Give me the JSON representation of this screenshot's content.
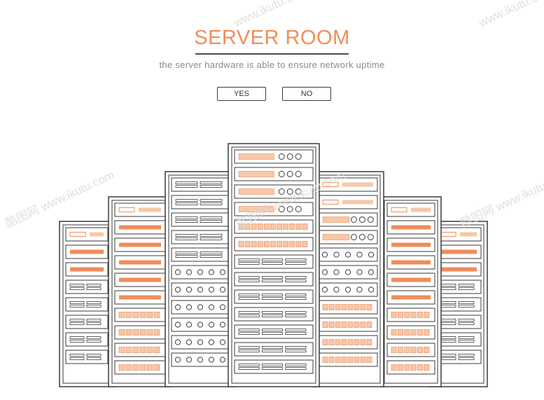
{
  "header": {
    "title": "SERVER ROOM",
    "subtitle": "the server hardware is able to ensure network uptime"
  },
  "buttons": {
    "yes_label": "YES",
    "no_label": "NO"
  },
  "colors": {
    "accent": "#ef8d5a",
    "outline": "#3a3a3a",
    "light_orange": "#f7c7a8",
    "background": "#ffffff"
  },
  "watermark": {
    "brand": "酷图网",
    "url": "www.ikutu.com"
  },
  "illustration": "server-racks-icon"
}
